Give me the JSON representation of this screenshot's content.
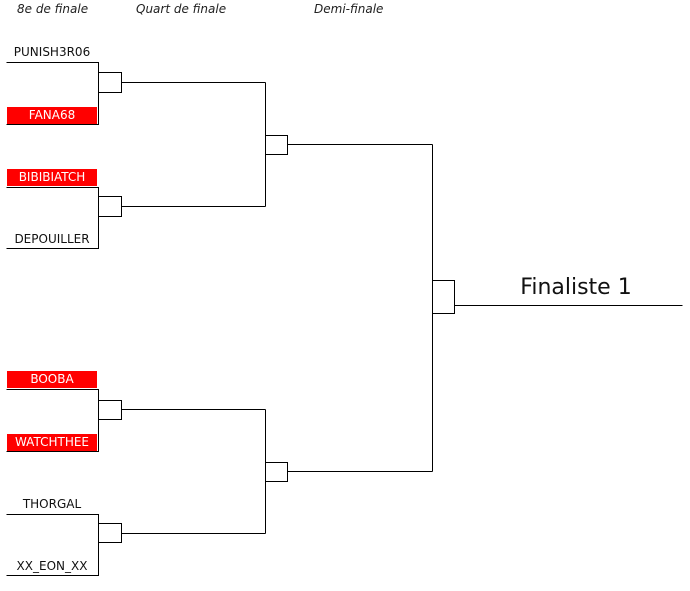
{
  "headers": {
    "round_of_16": "8e de finale",
    "quarter_final": "Quart de finale",
    "semi_final": "Demi-finale"
  },
  "players": [
    {
      "name": "PUNISH3R06",
      "status": "advanced"
    },
    {
      "name": "FANA68",
      "status": "eliminated"
    },
    {
      "name": "BIBIBIATCH",
      "status": "eliminated"
    },
    {
      "name": "DEPOUILLER",
      "status": "advanced"
    },
    {
      "name": "BOOBA",
      "status": "eliminated"
    },
    {
      "name": "WATCHTHEE",
      "status": "eliminated"
    },
    {
      "name": "THORGAL",
      "status": "advanced"
    },
    {
      "name": "XX_EON_XX",
      "status": "advanced"
    }
  ],
  "finalist": "Finaliste 1",
  "colors": {
    "eliminated_bg": "#ff0000",
    "eliminated_text": "#ffffff",
    "line": "#000000"
  }
}
